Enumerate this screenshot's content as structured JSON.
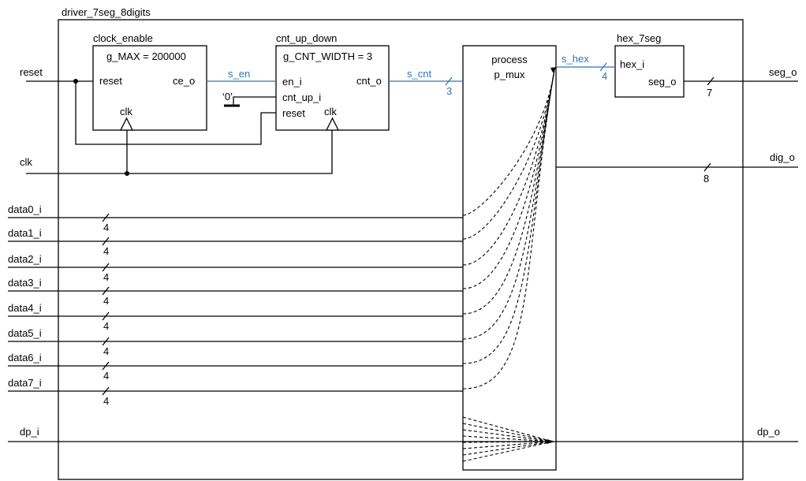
{
  "top": {
    "name": "driver_7seg_8digits"
  },
  "clock_enable": {
    "name": "clock_enable",
    "generic": "g_MAX = 200000",
    "port_reset": "reset",
    "port_ce": "ce_o",
    "port_clk": "clk"
  },
  "cnt_up_down": {
    "name": "cnt_up_down",
    "generic": "g_CNT_WIDTH = 3",
    "port_en": "en_i",
    "port_cnt_up": "cnt_up_i",
    "port_reset": "reset",
    "port_clk": "clk",
    "port_cnt": "cnt_o",
    "const_zero": "‘0’"
  },
  "process": {
    "line1": "process",
    "line2": "p_mux"
  },
  "hex_7seg": {
    "name": "hex_7seg",
    "port_hex": "hex_i",
    "port_seg": "seg_o"
  },
  "signals": {
    "s_en": "s_en",
    "s_cnt": "s_cnt",
    "s_cnt_width": "3",
    "s_hex": "s_hex",
    "s_hex_width": "4"
  },
  "inputs": {
    "reset": "reset",
    "clk": "clk",
    "dp": "dp_i",
    "data": [
      {
        "name": "data0_i",
        "width": "4"
      },
      {
        "name": "data1_i",
        "width": "4"
      },
      {
        "name": "data2_i",
        "width": "4"
      },
      {
        "name": "data3_i",
        "width": "4"
      },
      {
        "name": "data4_i",
        "width": "4"
      },
      {
        "name": "data5_i",
        "width": "4"
      },
      {
        "name": "data6_i",
        "width": "4"
      },
      {
        "name": "data7_i",
        "width": "4"
      }
    ]
  },
  "outputs": {
    "seg": "seg_o",
    "seg_width": "7",
    "dig": "dig_o",
    "dig_width": "8",
    "dp": "dp_o"
  }
}
